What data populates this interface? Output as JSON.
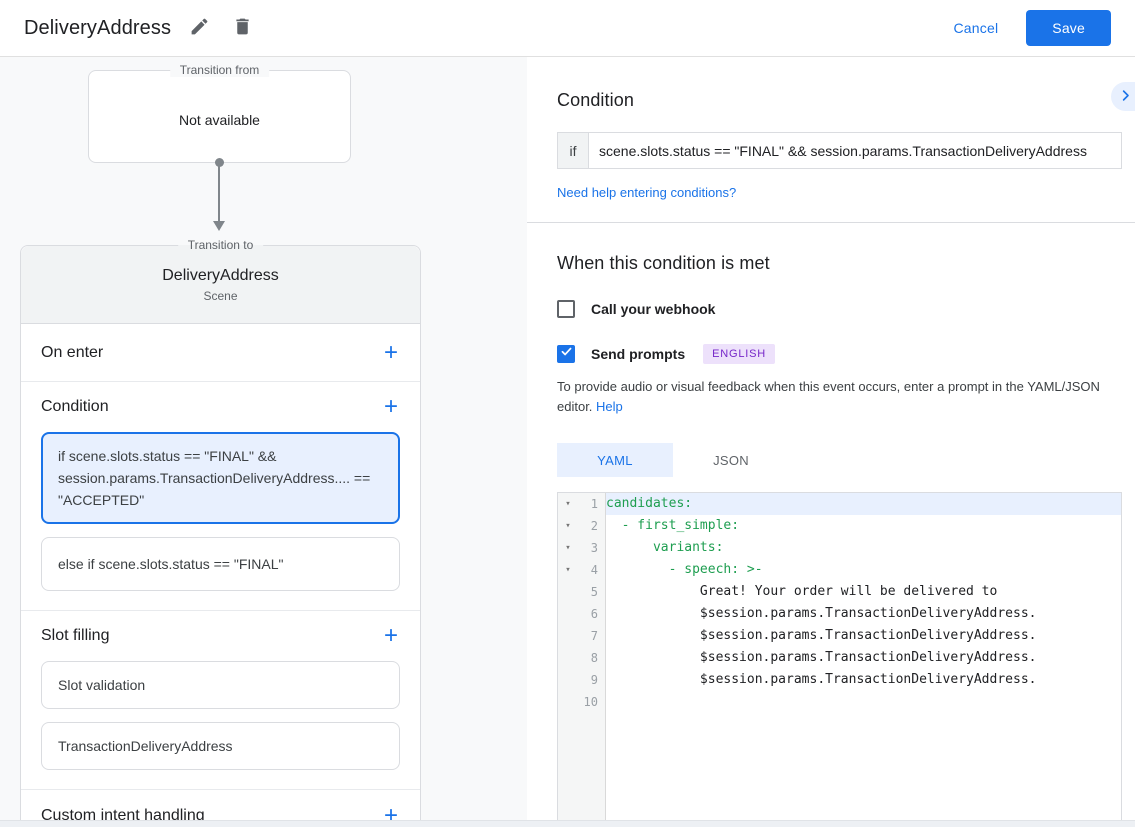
{
  "header": {
    "title": "DeliveryAddress",
    "cancel_label": "Cancel",
    "save_label": "Save"
  },
  "canvas": {
    "transition_from": {
      "legend": "Transition from",
      "value": "Not available"
    },
    "scene_card": {
      "legend": "Transition to",
      "title": "DeliveryAddress",
      "subtitle": "Scene",
      "on_enter_label": "On enter",
      "condition_label": "Condition",
      "conditions": [
        {
          "text": "if scene.slots.status == \"FINAL\" && session.params.TransactionDeliveryAddress.... == \"ACCEPTED\""
        },
        {
          "text": "else if scene.slots.status == \"FINAL\""
        }
      ],
      "slot_filling_label": "Slot filling",
      "slots": [
        {
          "text": "Slot validation"
        },
        {
          "text": "TransactionDeliveryAddress"
        }
      ],
      "custom_intent_label": "Custom intent handling"
    }
  },
  "condition_panel": {
    "heading": "Condition",
    "if_label": "if",
    "expression": "scene.slots.status == \"FINAL\" && session.params.TransactionDeliveryAddress",
    "help_link": "Need help entering conditions?"
  },
  "handler_panel": {
    "heading": "When this condition is met",
    "webhook_label": "Call your webhook",
    "send_prompts_label": "Send prompts",
    "language_badge": "ENGLISH",
    "description": "To provide audio or visual feedback when this event occurs, enter a prompt in the YAML/JSON editor.",
    "help_label": "Help",
    "tabs": {
      "yaml": "YAML",
      "json": "JSON"
    },
    "editor": {
      "lines": [
        {
          "num": "1",
          "text": "candidates:"
        },
        {
          "num": "2",
          "text": "  - first_simple:"
        },
        {
          "num": "3",
          "text": "      variants:"
        },
        {
          "num": "4",
          "text": "        - speech: >-"
        },
        {
          "num": "5",
          "text": "            Great! Your order will be delivered to"
        },
        {
          "num": "6",
          "text": "            $session.params.TransactionDeliveryAddress."
        },
        {
          "num": "7",
          "text": "            $session.params.TransactionDeliveryAddress."
        },
        {
          "num": "8",
          "text": "            $session.params.TransactionDeliveryAddress."
        },
        {
          "num": "9",
          "text": "            $session.params.TransactionDeliveryAddress."
        },
        {
          "num": "10",
          "text": ""
        }
      ]
    }
  },
  "colors": {
    "accent_blue": "#1a73e8",
    "selection_bg": "#e8f0fe",
    "yaml_key_green": "#1e9e50",
    "badge_text": "#7627c9",
    "badge_bg": "#ede1fb",
    "canvas_bg": "#f8f9fa"
  }
}
